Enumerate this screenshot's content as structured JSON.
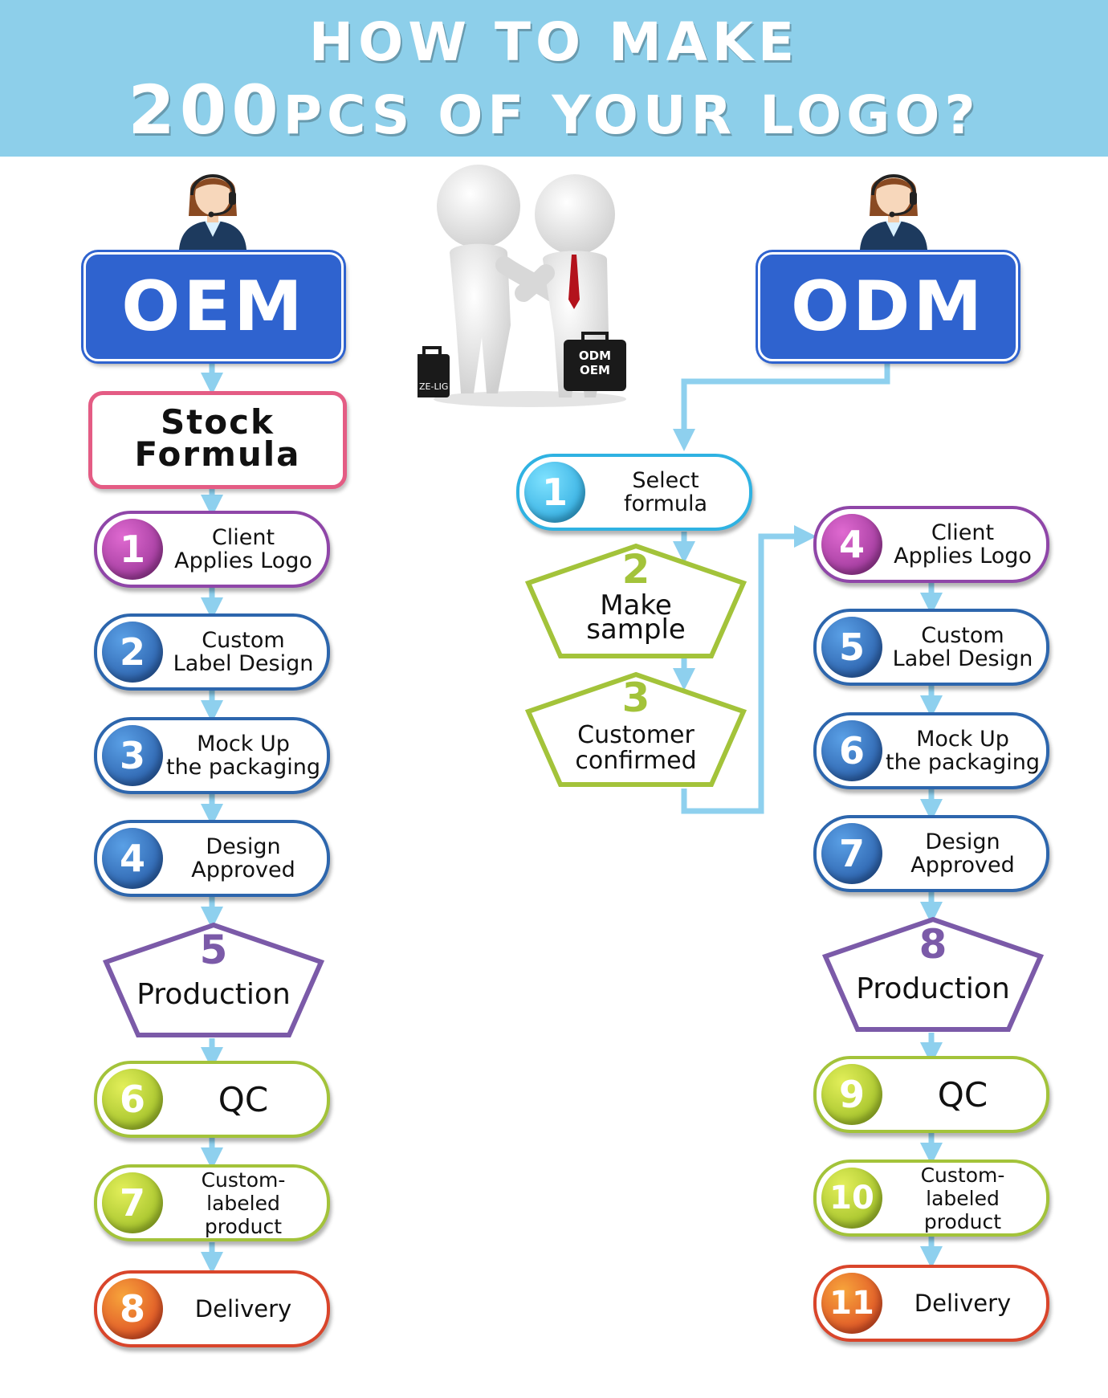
{
  "banner": {
    "line1": "HOW TO MAKE",
    "line2_number": "200",
    "line2_rest": "PCS OF YOUR LOGO?"
  },
  "oem": {
    "title": "OEM",
    "stock_line1": "Stock",
    "stock_line2": "Formula",
    "steps": [
      {
        "num": "1",
        "line1": "Client",
        "line2": "Applies Logo",
        "color": "#8f46a8"
      },
      {
        "num": "2",
        "line1": "Custom",
        "line2": "Label Design",
        "color": "#2d66ad"
      },
      {
        "num": "3",
        "line1": "Mock Up",
        "line2": "the packaging",
        "color": "#2d66ad"
      },
      {
        "num": "4",
        "line1": "Design",
        "line2": "Approved",
        "color": "#2d66ad"
      },
      {
        "num": "5",
        "line1": "Production",
        "line2": "",
        "color": "#7b5aa8"
      },
      {
        "num": "6",
        "line1": "QC",
        "line2": "",
        "color": "#a3c33a"
      },
      {
        "num": "7",
        "line1": "Custom-labeled",
        "line2": "product",
        "color": "#a3c33a"
      },
      {
        "num": "8",
        "line1": "Delivery",
        "line2": "",
        "color": "#d9452b"
      }
    ]
  },
  "odm": {
    "title": "ODM",
    "steps": [
      {
        "num": "1",
        "line1": "Select",
        "line2": "formula",
        "color": "#2fb2e2"
      },
      {
        "num": "2",
        "line1": "Make",
        "line2": "sample",
        "color": "#a3c33a"
      },
      {
        "num": "3",
        "line1": "Customer",
        "line2": "confirmed",
        "color": "#a3c33a"
      },
      {
        "num": "4",
        "line1": "Client",
        "line2": "Applies Logo",
        "color": "#8f46a8"
      },
      {
        "num": "5",
        "line1": "Custom",
        "line2": "Label Design",
        "color": "#2d66ad"
      },
      {
        "num": "6",
        "line1": "Mock Up",
        "line2": "the packaging",
        "color": "#2d66ad"
      },
      {
        "num": "7",
        "line1": "Design",
        "line2": "Approved",
        "color": "#2d66ad"
      },
      {
        "num": "8",
        "line1": "Production",
        "line2": "",
        "color": "#7b5aa8"
      },
      {
        "num": "9",
        "line1": "QC",
        "line2": "",
        "color": "#a3c33a"
      },
      {
        "num": "10",
        "line1": "Custom-labeled",
        "line2": "product",
        "color": "#a3c33a"
      },
      {
        "num": "11",
        "line1": "Delivery",
        "line2": "",
        "color": "#d9452b"
      }
    ]
  },
  "illustration": {
    "briefcase_left": "ZE-LIG",
    "briefcase_right_line1": "ODM",
    "briefcase_right_line2": "OEM"
  },
  "colors": {
    "banner": "#8dcfea",
    "head_box": "#2f63cf",
    "arrow": "#8ed0ee",
    "stock_border": "#e45c84"
  }
}
